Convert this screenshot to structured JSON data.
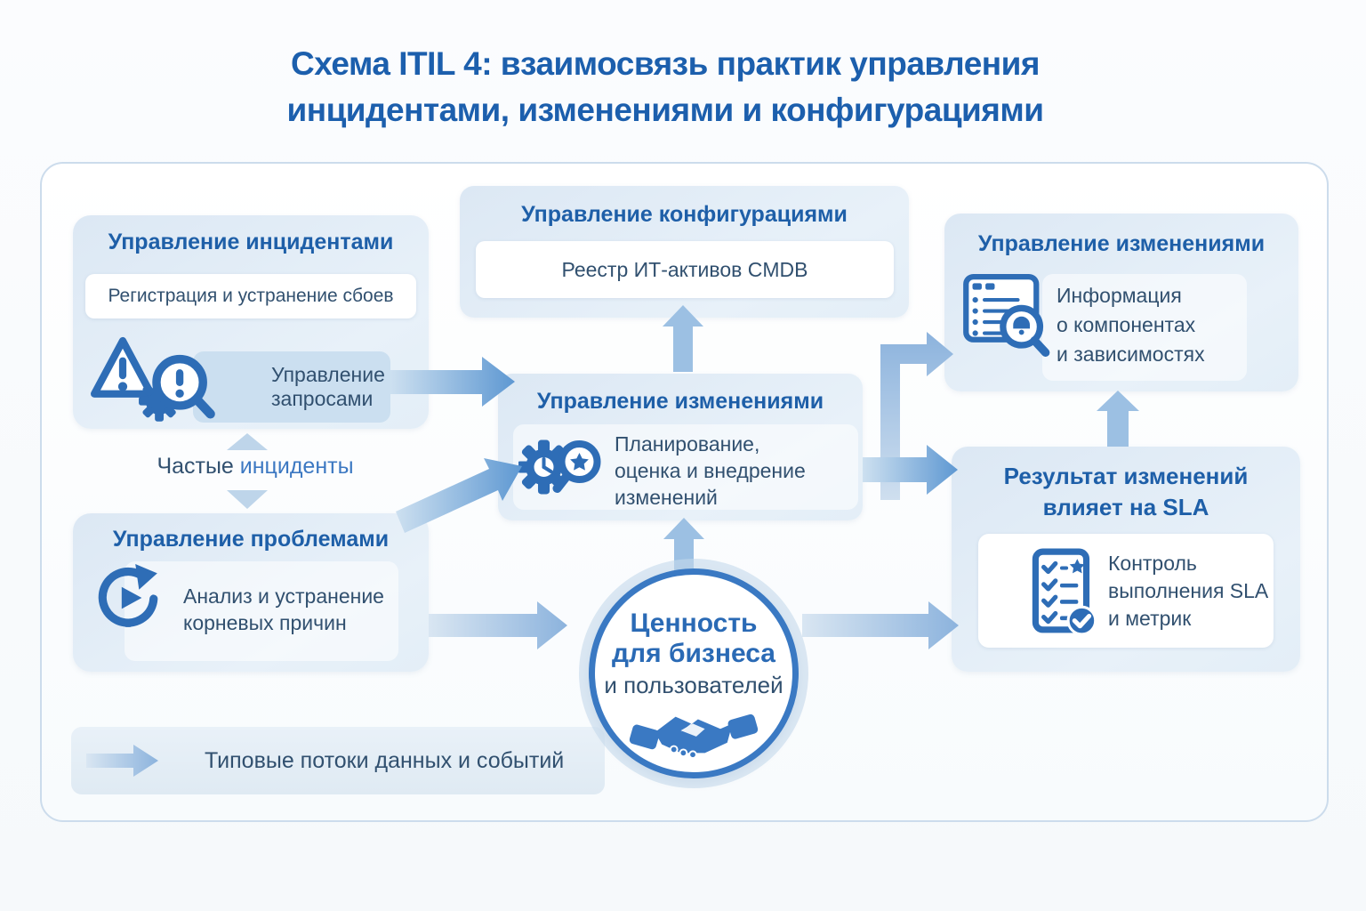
{
  "title": {
    "line1": "Схема ITIL 4: взаимосвязь практик управления",
    "line2": "инцидентами, изменениями и конфигурациями"
  },
  "colors": {
    "title_blue": "#1c5fad",
    "heading_blue": "#1e5fa8",
    "body_navy": "#31506f",
    "icon_blue": "#2e6db6",
    "circle_border": "#3a79c3",
    "arrow_strong": "#5e98d2",
    "arrow_soft": "#a2c3e4",
    "box_background": "#e2edf7"
  },
  "incidents": {
    "title": "Управление инцидентами",
    "registration": "Регистрация и устранение сбоев",
    "requests": {
      "line1": "Управление",
      "line2": "запросами"
    },
    "icons": {
      "warning": "warning-triangle-icon",
      "requests": "incident-magnifier-icon"
    }
  },
  "frequent": {
    "word1": "Частые",
    "word2": "инциденты"
  },
  "problems": {
    "title": "Управление проблемами",
    "desc": {
      "line1": "Анализ и устранение",
      "line2": "корневых причин"
    },
    "icon": "root-cause-cycle-icon"
  },
  "configuration": {
    "title": "Управление конфигурациями",
    "registry": "Реестр ИТ-активов CMDB"
  },
  "change_center": {
    "title": "Управление изменениями",
    "desc": {
      "line1": "Планирование,",
      "line2": "оценка и внедрение",
      "line3": "изменений"
    },
    "icon": "gear-magnifier-icon"
  },
  "change_right": {
    "title": "Управление изменениями",
    "desc": {
      "line1": "Информация",
      "line2": "о компонентах",
      "line3": "и зависимостях"
    },
    "icon": "component-registry-icon"
  },
  "sla": {
    "title_line1": "Результат изменений",
    "title_line2": "влияет на SLA",
    "desc": {
      "line1": "Контроль",
      "line2": "выполнения SLA",
      "line3": "и метрик"
    },
    "icon": "sla-checklist-icon"
  },
  "value": {
    "line1": "Ценность",
    "line2": "для бизнеса",
    "line3": "и пользователей",
    "icon": "handshake-icon"
  },
  "legend": {
    "label": "Типовые потоки данных и событий",
    "icon": "flow-arrow-icon"
  }
}
